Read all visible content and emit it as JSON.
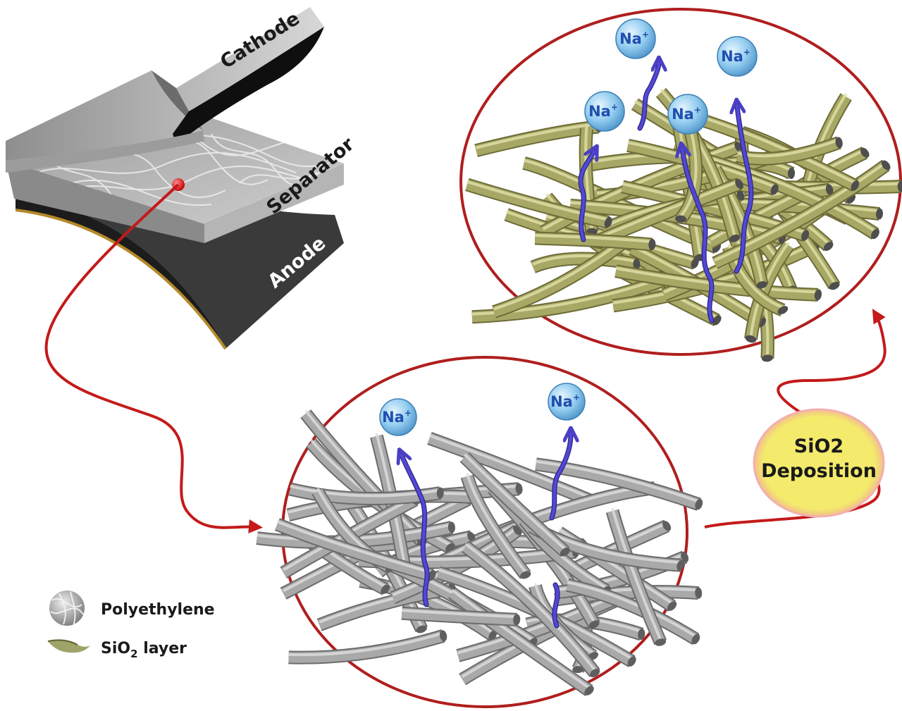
{
  "battery": {
    "cathode_label": "Cathode",
    "separator_label": "Separator",
    "anode_label": "Anode"
  },
  "ion_label": "Na",
  "ion_charge": "+",
  "process_label_line1": "SiO2",
  "process_label_line2": "Deposition",
  "legend": {
    "polyethylene_label": "Polyethylene",
    "sio2_prefix": "SiO",
    "sio2_subscript": "2",
    "sio2_suffix": " layer"
  },
  "colors": {
    "frame_red": "#b01e1e",
    "pe_fiber": "#a9a9a9",
    "coated_fiber": "#a8a866",
    "ion_fill": "#8cc8ee",
    "ion_path": "#4a3fc4",
    "badge_fill": "#f3ea6a"
  }
}
